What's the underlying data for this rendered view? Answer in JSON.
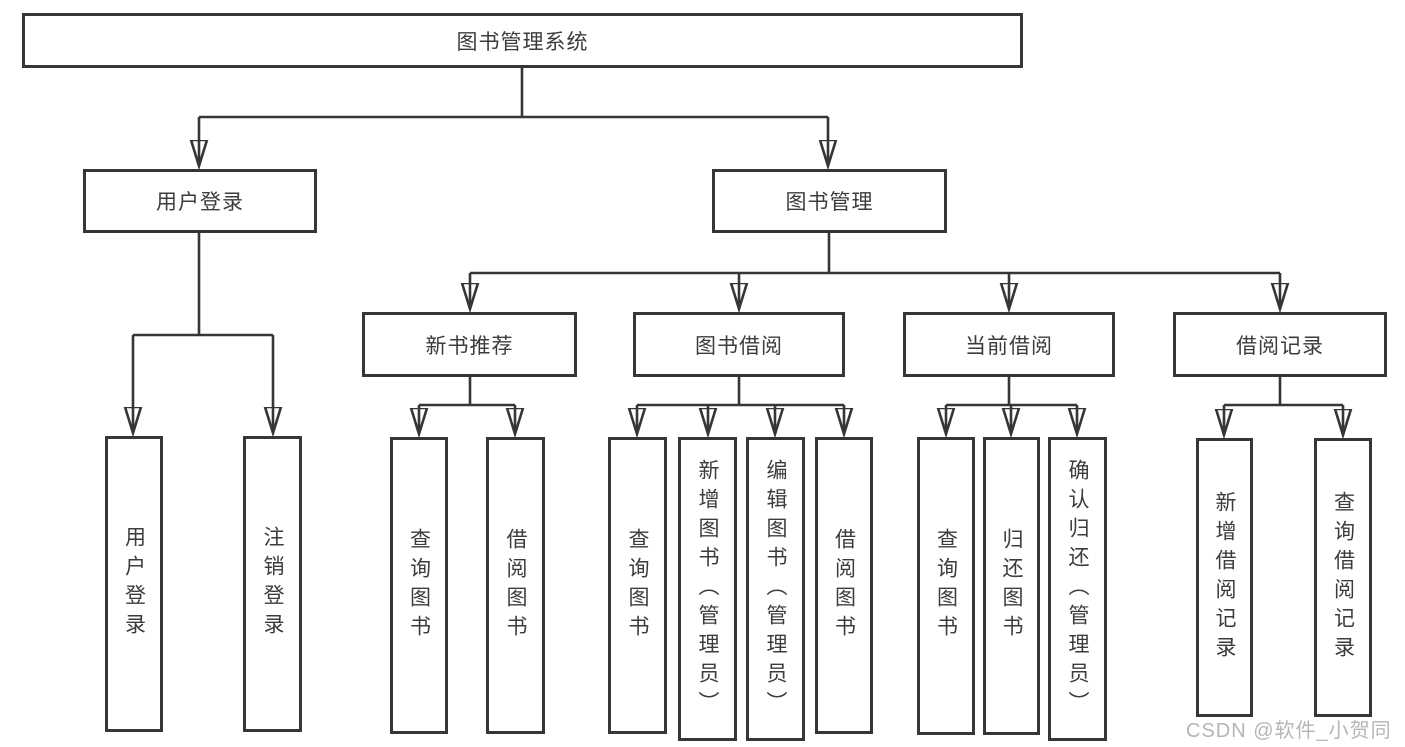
{
  "nodes": {
    "root": "图书管理系统",
    "user_login": "用户登录",
    "book_mgmt": "图书管理",
    "new_book_rec": "新书推荐",
    "book_borrow": "图书借阅",
    "current_borrow": "当前借阅",
    "borrow_records": "借阅记录",
    "g1_1": "用户登录",
    "g1_2": "注销登录",
    "g2_1": "查询图书",
    "g2_2": "借阅图书",
    "g3_1": "查询图书",
    "g3_2": "新增图书（管理员）",
    "g3_3": "编辑图书（管理员）",
    "g3_4": "借阅图书",
    "g4_1": "查询图书",
    "g4_2": "归还图书",
    "g4_3": "确认归还（管理员）",
    "g5_1": "新增借阅记录",
    "g5_2": "查询借阅记录"
  },
  "watermark": "CSDN @软件_小贺同学",
  "colors": {
    "line": "#363636",
    "text": "#3c3c3c",
    "watermark": "#b5b5b5",
    "background": "#ffffff"
  }
}
